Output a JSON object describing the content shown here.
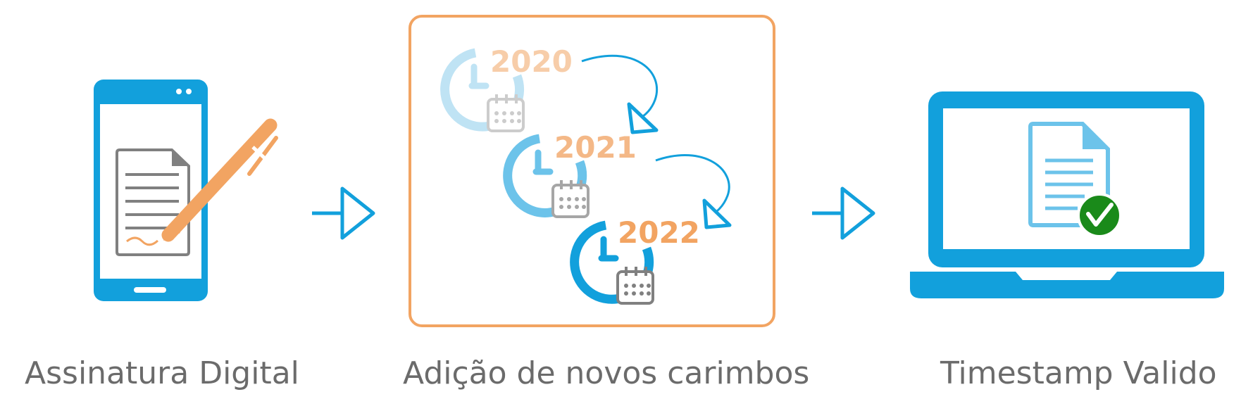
{
  "steps": [
    {
      "caption": "Assinatura Digital",
      "icon": "phone-signing-icon"
    },
    {
      "caption": "Adição de novos carimbos",
      "icon": "timestamps-icon",
      "years": [
        "2020",
        "2021",
        "2022"
      ]
    },
    {
      "caption": "Timestamp Valido",
      "icon": "laptop-verified-icon"
    }
  ],
  "colors": {
    "blue": "#12a0dc",
    "light_blue": "#6cc3ea",
    "pale_blue": "#bfe3f4",
    "orange": "#f2a462",
    "pale_orange": "#f7cda9",
    "gray": "#808080",
    "light_gray": "#cccccc",
    "green": "#1a8a1a"
  }
}
